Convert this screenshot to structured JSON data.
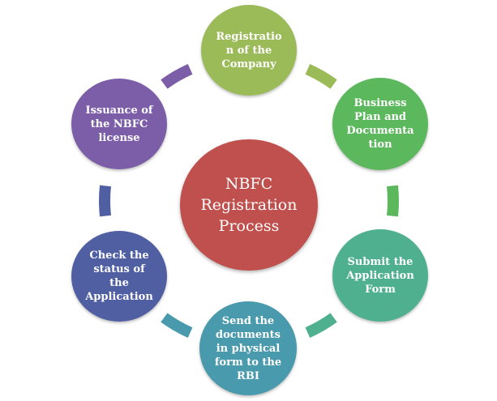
{
  "center": {
    "text": "NBFC\nRegistration\nProcess",
    "color": "#c0504d"
  },
  "steps": [
    {
      "text": "Registratio\nn of the\nCompany",
      "color": "#9bbb59"
    },
    {
      "text": "Business\nPlan and\nDocumenta\ntion",
      "color": "#5cb85c"
    },
    {
      "text": "Submit the\nApplication\nForm",
      "color": "#4fb08f"
    },
    {
      "text": "Send the\ndocuments\nin physical\nform to the\nRBI",
      "color": "#4a9aad"
    },
    {
      "text": "Check the\nstatus of\nthe\nApplication",
      "color": "#4f5fa2"
    },
    {
      "text": "Issuance of\nthe NBFC\nlicense",
      "color": "#7b5ea7"
    }
  ],
  "connectors": [
    {
      "color": "#9bbb59"
    },
    {
      "color": "#5cb85c"
    },
    {
      "color": "#4fb08f"
    },
    {
      "color": "#4a9aad"
    },
    {
      "color": "#4f5fa2"
    },
    {
      "color": "#7b5ea7"
    }
  ]
}
